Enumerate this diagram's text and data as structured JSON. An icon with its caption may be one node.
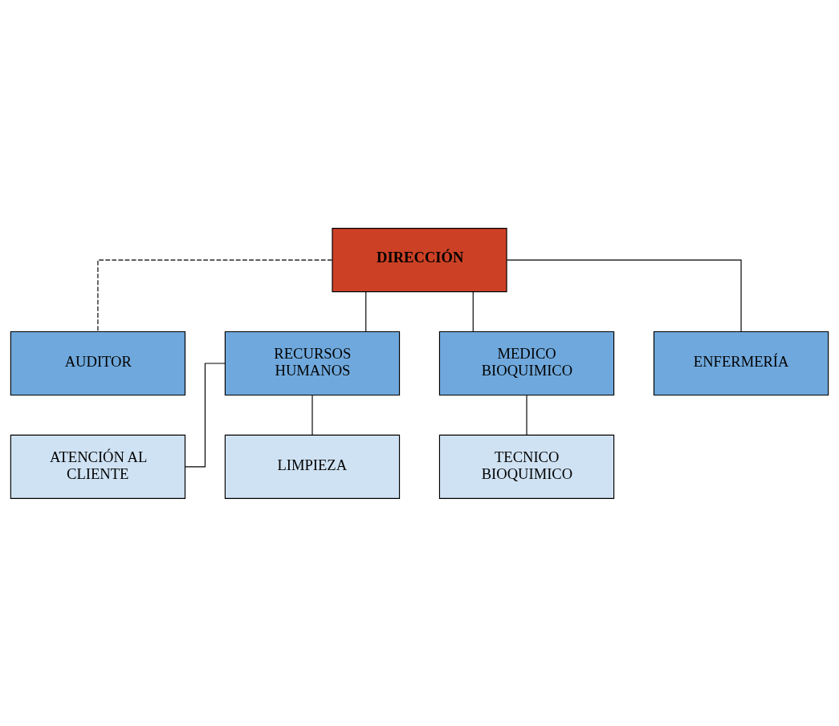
{
  "diagram": {
    "nodes": [
      {
        "text": [
          "DIRECCIÓN"
        ]
      },
      {
        "text": [
          "AUDITOR"
        ]
      },
      {
        "text": [
          "RECURSOS HUMANOS"
        ]
      },
      {
        "text": [
          "MEDICO BIOQUIMICO"
        ]
      },
      {
        "text": [
          "ENFERMERÍA"
        ]
      },
      {
        "text": [
          "ATENCIÓN AL CLIENTE"
        ]
      },
      {
        "text": [
          "TECNICO BIOQUIMICO"
        ]
      },
      {
        "text": [
          "LIMPIEZA"
        ]
      }
    ],
    "edges": [
      {
        "from": 0,
        "to": 1,
        "arrow": "none",
        "style": "dashed"
      },
      {
        "from": 0,
        "to": 2,
        "arrow": "none"
      },
      {
        "from": 0,
        "to": 3,
        "arrow": "none"
      },
      {
        "from": 0,
        "to": 4,
        "arrow": "none"
      },
      {
        "from": 2,
        "to": 5,
        "arrow": "none"
      },
      {
        "from": 2,
        "to": 7,
        "arrow": "none"
      },
      {
        "from": 3,
        "to": 6,
        "arrow": "none"
      }
    ]
  }
}
